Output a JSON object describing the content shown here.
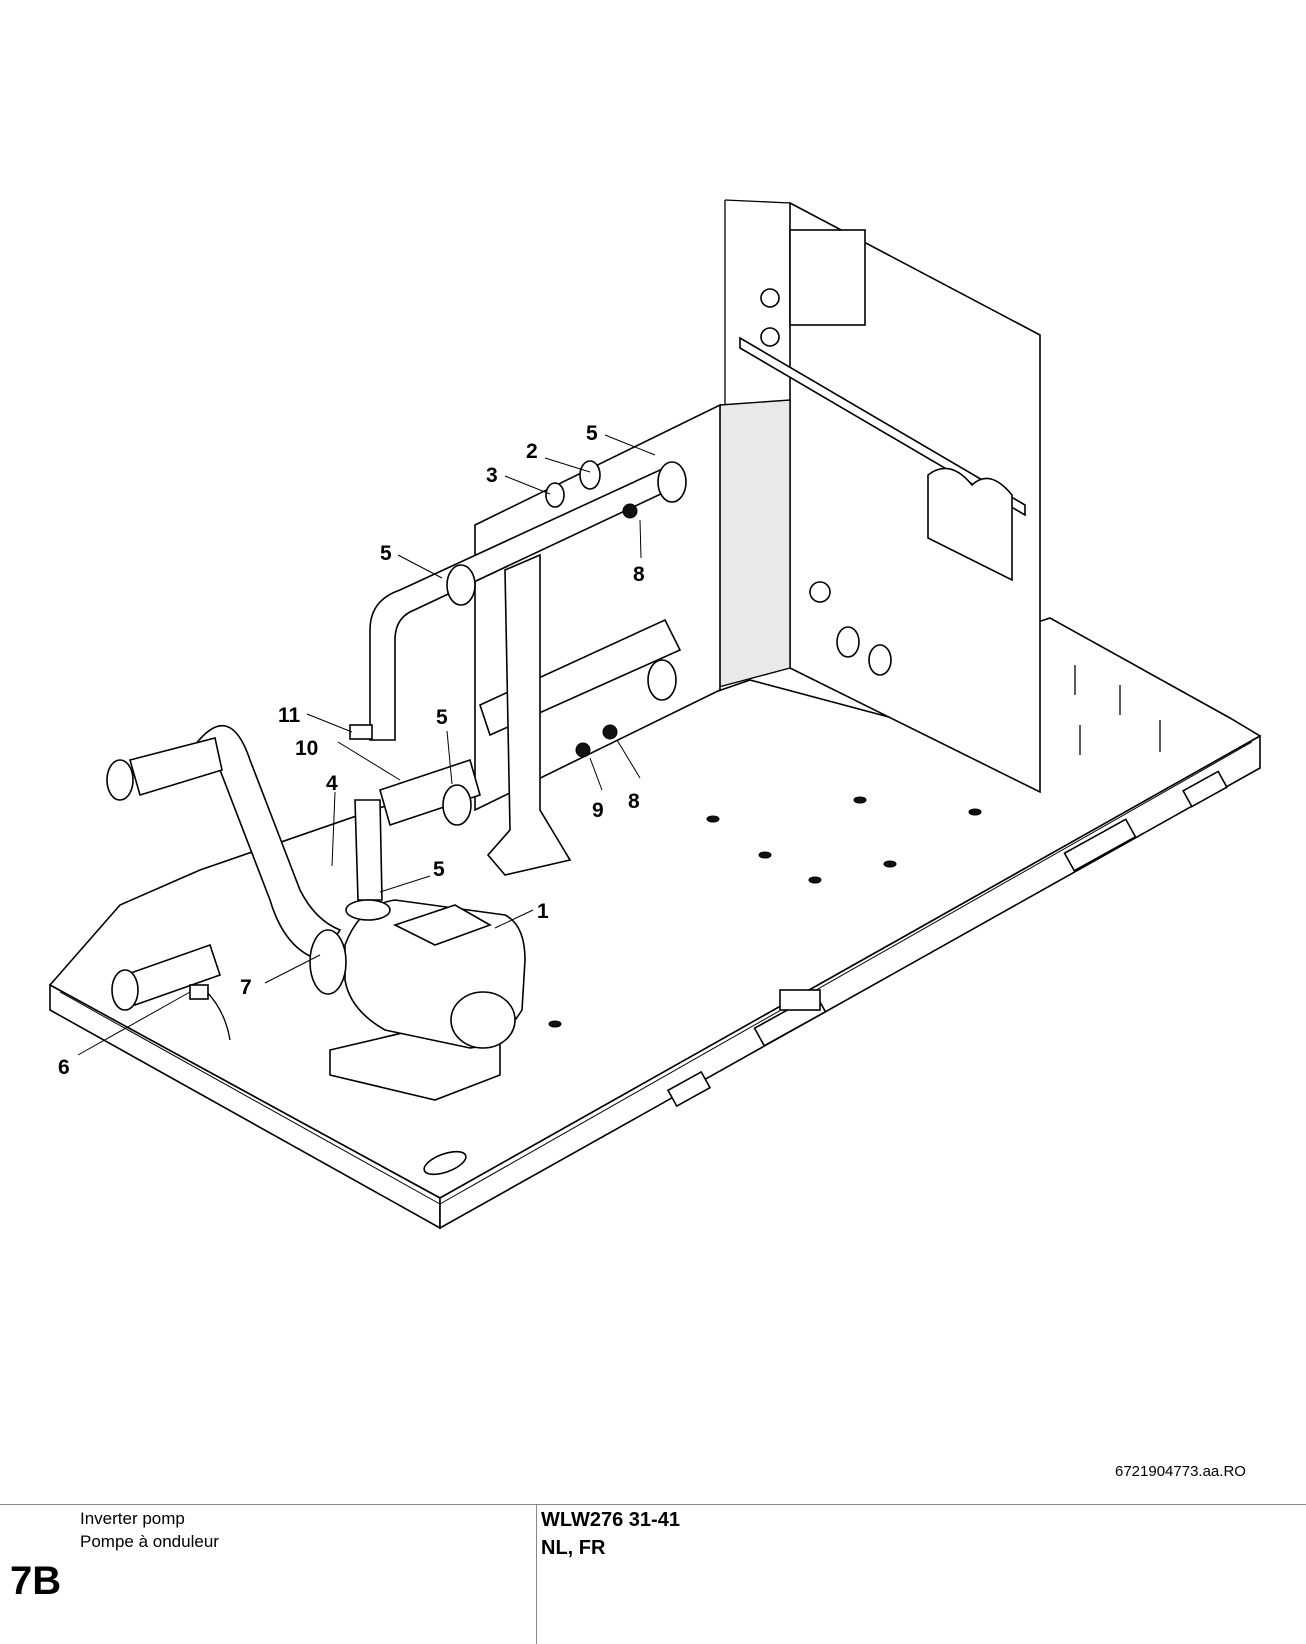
{
  "drawing": {
    "callouts": [
      "1",
      "2",
      "3",
      "4",
      "5",
      "5",
      "5",
      "5",
      "6",
      "7",
      "8",
      "8",
      "9",
      "10",
      "11"
    ],
    "drawing_id": "6721904773.aa.RO"
  },
  "footer": {
    "section": "7B",
    "title_nl": "Inverter pomp",
    "title_fr": "Pompe à onduleur",
    "model": "WLW276 31-41",
    "languages": "NL, FR"
  }
}
